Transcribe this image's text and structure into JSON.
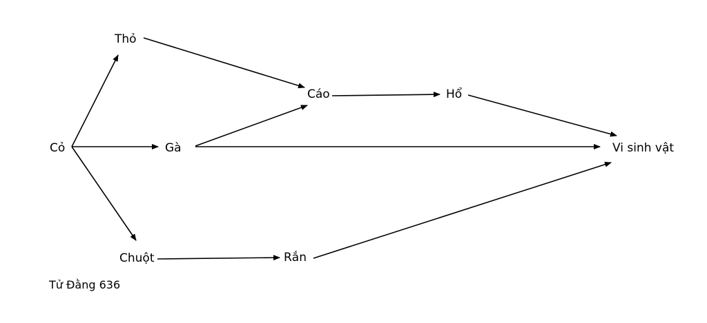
{
  "nodes": {
    "co": "Cỏ",
    "tho": "Thỏ",
    "ga": "Gà",
    "chuot": "Chuột",
    "cao": "Cáo",
    "ho": "Hổ",
    "ran": "Rắn",
    "vi_sinh_vat": "Vi sinh vật"
  },
  "edges": [
    {
      "from": "Cỏ",
      "to": "Thỏ"
    },
    {
      "from": "Cỏ",
      "to": "Gà"
    },
    {
      "from": "Cỏ",
      "to": "Chuột"
    },
    {
      "from": "Thỏ",
      "to": "Cáo"
    },
    {
      "from": "Gà",
      "to": "Cáo"
    },
    {
      "from": "Gà",
      "to": "Vi sinh vật"
    },
    {
      "from": "Cáo",
      "to": "Hổ"
    },
    {
      "from": "Hổ",
      "to": "Vi sinh vật"
    },
    {
      "from": "Chuột",
      "to": "Rắn"
    },
    {
      "from": "Rắn",
      "to": "Vi sinh vật"
    }
  ],
  "credit": "Tử  Đằng 636"
}
